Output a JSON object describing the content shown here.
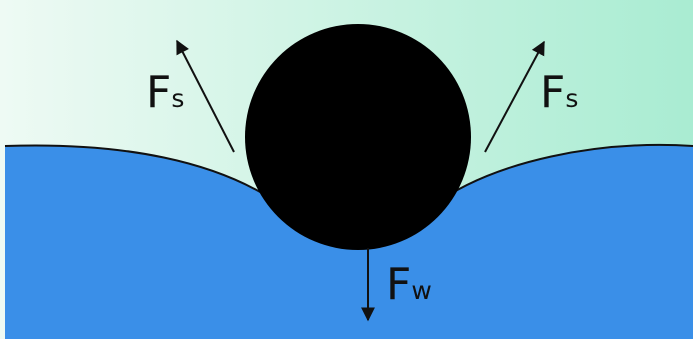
{
  "colors": {
    "air_left": "#eefaf4",
    "air_right": "#a9ecd2",
    "water": "#3a8fe8",
    "object": "#000000",
    "arrow": "#111111",
    "surface_line": "#111111"
  },
  "labels": {
    "surface_tension_left": {
      "main": "F",
      "sub": "s"
    },
    "surface_tension_right": {
      "main": "F",
      "sub": "s"
    },
    "weight": {
      "main": "F",
      "sub": "w"
    }
  }
}
